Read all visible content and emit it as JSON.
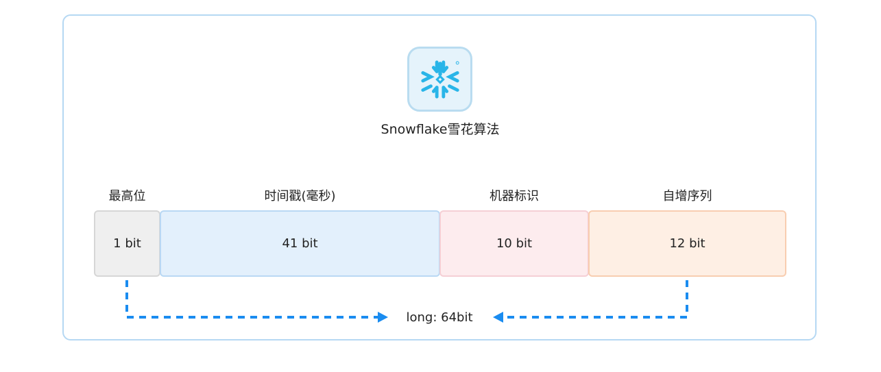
{
  "title": "Snowflake雪花算法",
  "segments": [
    {
      "label": "最高位",
      "size": "1 bit"
    },
    {
      "label": "时间戳(毫秒)",
      "size": "41 bit"
    },
    {
      "label": "机器标识",
      "size": "10 bit"
    },
    {
      "label": "自增序列",
      "size": "12 bit"
    }
  ],
  "total": "long: 64bit",
  "colors": {
    "frame_border": "#b5d8f3",
    "logo_bg": "#e5f3fb",
    "logo_mark": "#29b5e8",
    "arrow": "#1a8cf0",
    "seg1_bg": "#efefef",
    "seg2_bg": "#e3f0fc",
    "seg3_bg": "#fdecee",
    "seg4_bg": "#feefe4"
  },
  "icons": {
    "logo": "snowflake-logo-icon"
  }
}
